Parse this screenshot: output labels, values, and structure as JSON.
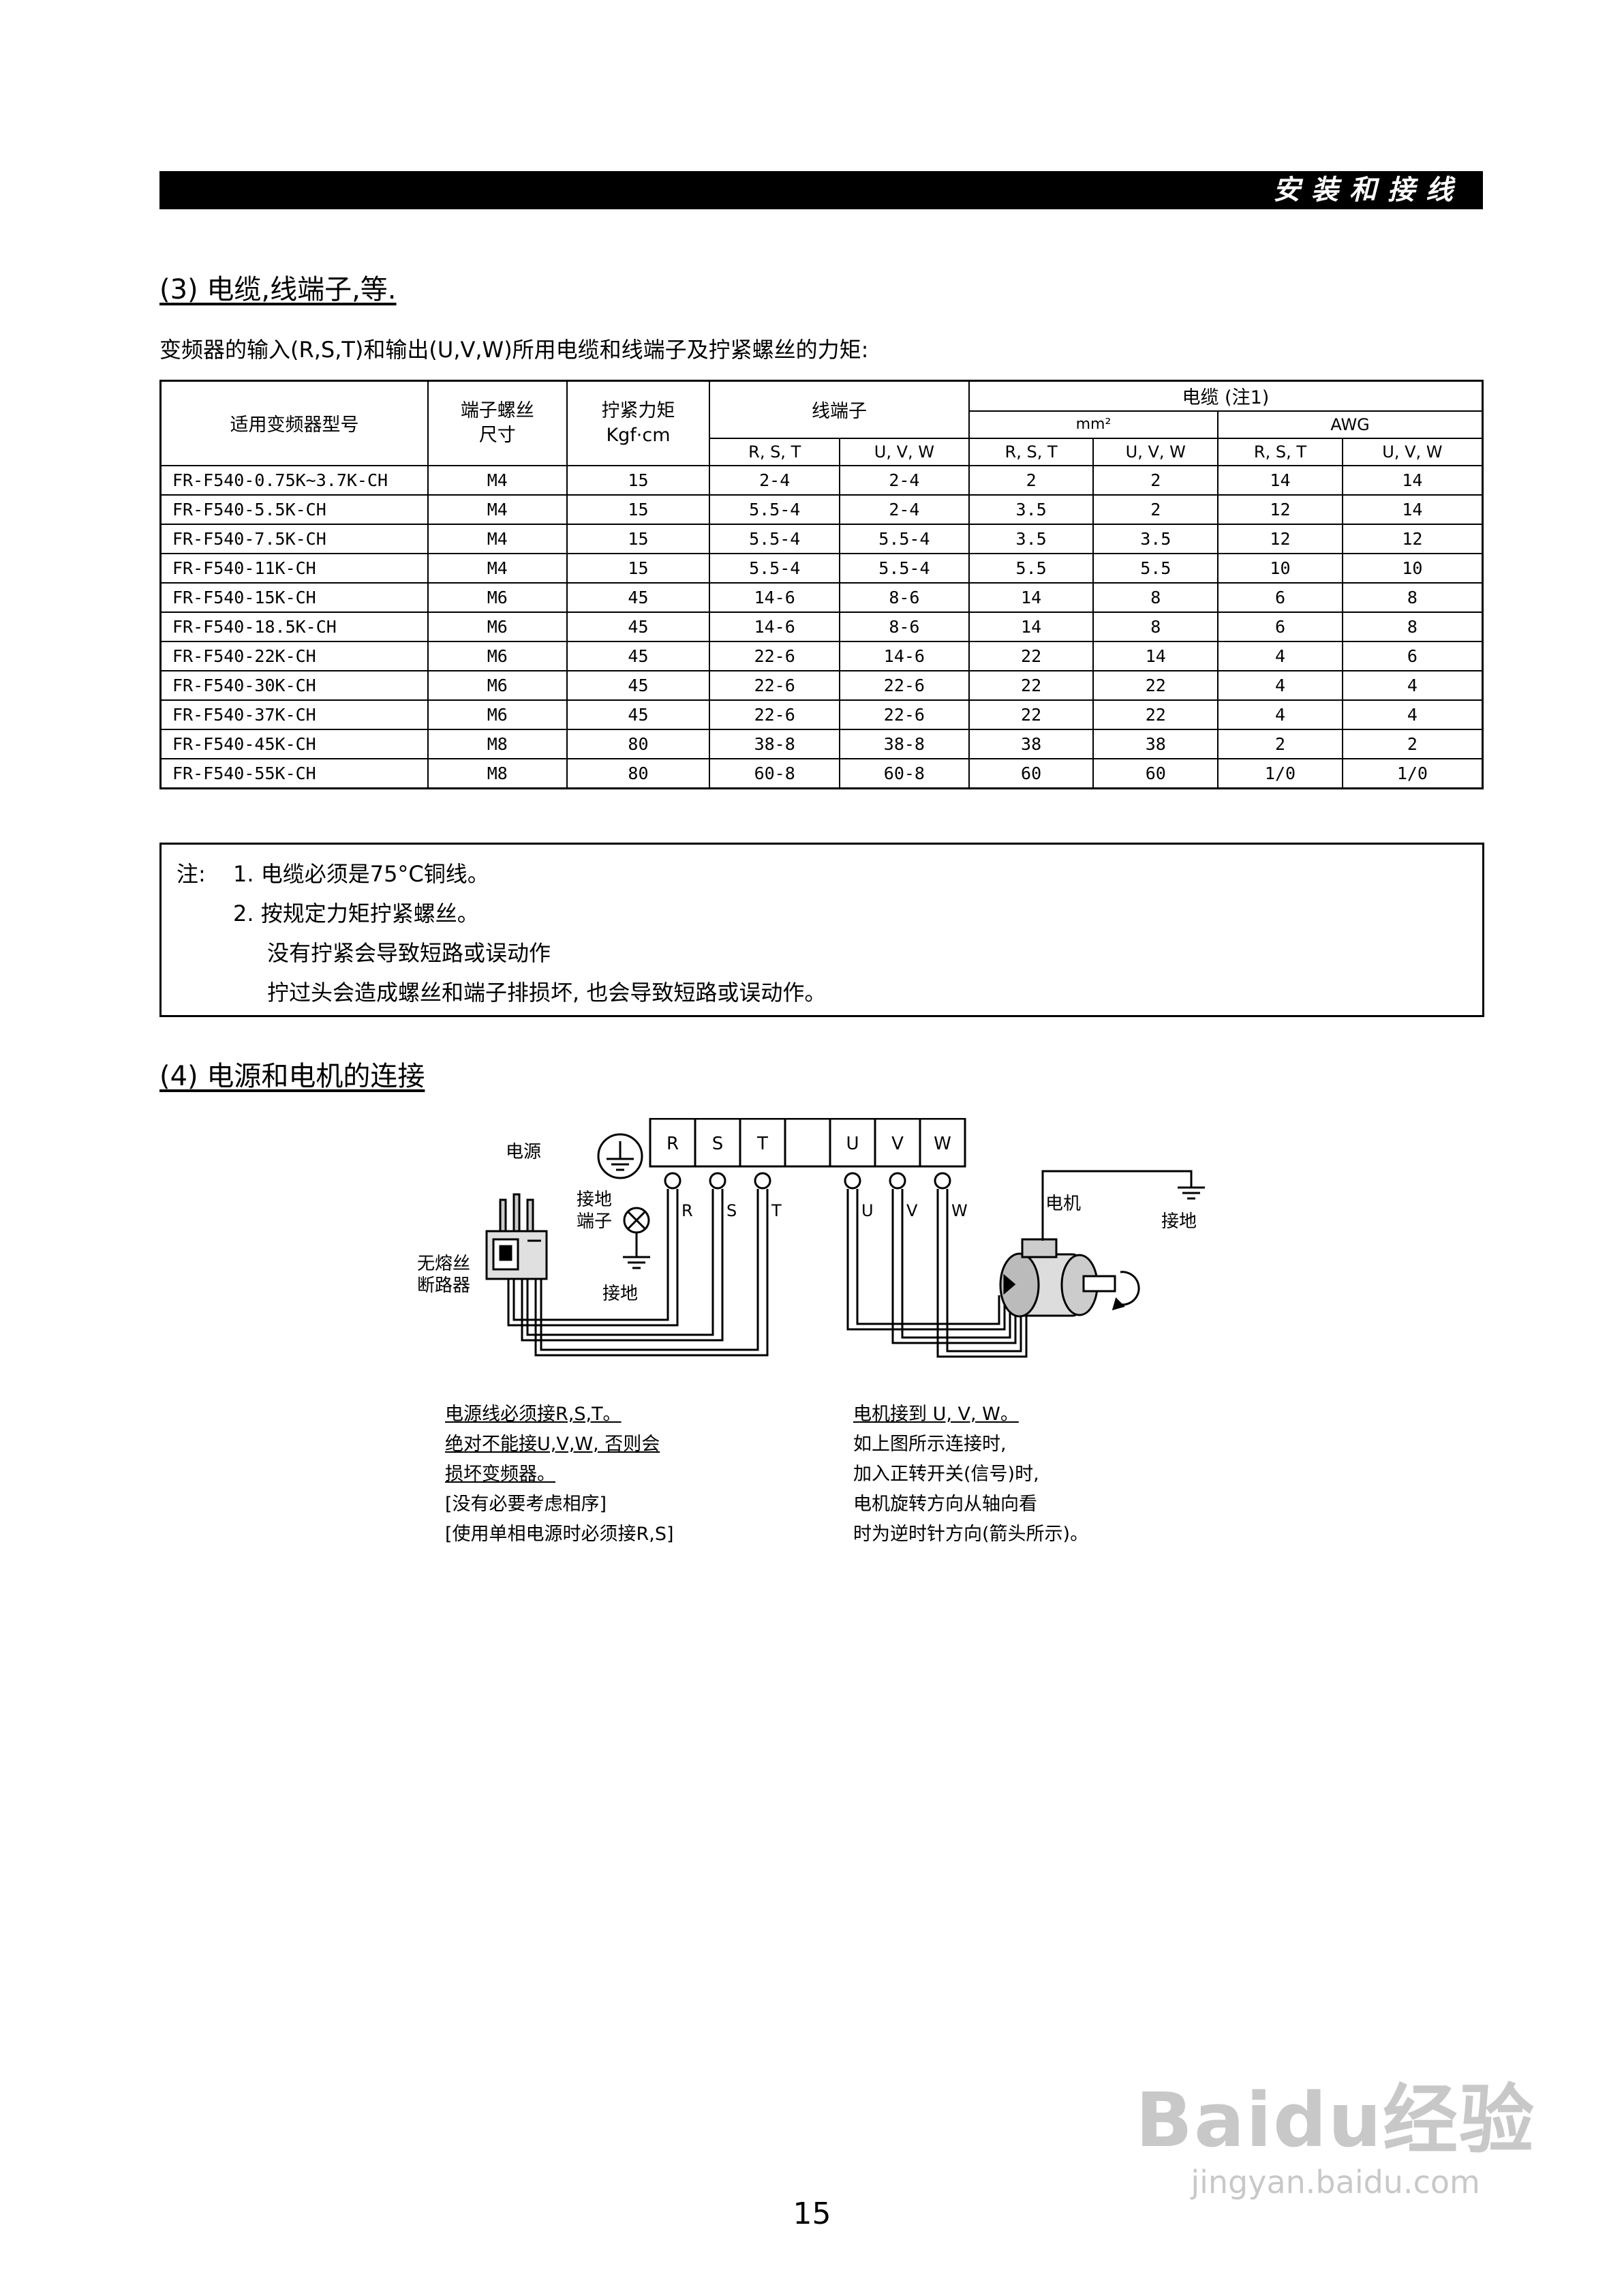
{
  "header": {
    "title": "安装和接线"
  },
  "section3": {
    "title": "(3) 电缆,线端子,等.",
    "intro": "变频器的输入(R,S,T)和输出(U,V,W)所用电缆和线端子及拧紧螺丝的力矩:"
  },
  "table": {
    "headers": {
      "model": "适用变频器型号",
      "screw_size": "端子螺丝\n尺寸",
      "torque": "拧紧力矩\nKgf·cm",
      "terminal": "线端子",
      "cable": "电缆 (注1)",
      "mm2": "mm²",
      "awg": "AWG",
      "rst": "R, S, T",
      "uvw": "U, V, W"
    },
    "rows": [
      [
        "FR-F540-0.75K~3.7K-CH",
        "M4",
        "15",
        "2-4",
        "2-4",
        "2",
        "2",
        "14",
        "14"
      ],
      [
        "FR-F540-5.5K-CH",
        "M4",
        "15",
        "5.5-4",
        "2-4",
        "3.5",
        "2",
        "12",
        "14"
      ],
      [
        "FR-F540-7.5K-CH",
        "M4",
        "15",
        "5.5-4",
        "5.5-4",
        "3.5",
        "3.5",
        "12",
        "12"
      ],
      [
        "FR-F540-11K-CH",
        "M4",
        "15",
        "5.5-4",
        "5.5-4",
        "5.5",
        "5.5",
        "10",
        "10"
      ],
      [
        "FR-F540-15K-CH",
        "M6",
        "45",
        "14-6",
        "8-6",
        "14",
        "8",
        "6",
        "8"
      ],
      [
        "FR-F540-18.5K-CH",
        "M6",
        "45",
        "14-6",
        "8-6",
        "14",
        "8",
        "6",
        "8"
      ],
      [
        "FR-F540-22K-CH",
        "M6",
        "45",
        "22-6",
        "14-6",
        "22",
        "14",
        "4",
        "6"
      ],
      [
        "FR-F540-30K-CH",
        "M6",
        "45",
        "22-6",
        "22-6",
        "22",
        "22",
        "4",
        "4"
      ],
      [
        "FR-F540-37K-CH",
        "M6",
        "45",
        "22-6",
        "22-6",
        "22",
        "22",
        "4",
        "4"
      ],
      [
        "FR-F540-45K-CH",
        "M8",
        "80",
        "38-8",
        "38-8",
        "38",
        "38",
        "2",
        "2"
      ],
      [
        "FR-F540-55K-CH",
        "M8",
        "80",
        "60-8",
        "60-8",
        "60",
        "60",
        "1/0",
        "1/0"
      ]
    ]
  },
  "notes": {
    "label": "注:",
    "items": [
      "1. 电缆必须是75°C铜线。",
      "2. 按规定力矩拧紧螺丝。",
      "没有拧紧会导致短路或误动作",
      "拧过头会造成螺丝和端子排损坏, 也会导致短路或误动作。"
    ]
  },
  "section4": {
    "title": "(4) 电源和电机的连接"
  },
  "diagram": {
    "terminals": [
      "R",
      "S",
      "T",
      "",
      "U",
      "V",
      "W"
    ],
    "wire_labels": [
      "R",
      "S",
      "T",
      "U",
      "V",
      "W"
    ],
    "labels": {
      "power": "电源",
      "breaker": "无熔丝\n断路器",
      "ground_terminal": "接地\n端子",
      "ground": "接地",
      "motor": "电机",
      "motor_ground": "接地"
    },
    "caption_left": [
      "电源线必须接R,S,T。",
      "绝对不能接U,V,W, 否则会",
      "损坏变频器。",
      "[没有必要考虑相序]",
      "[使用单相电源时必须接R,S]"
    ],
    "caption_right": [
      "电机接到 U, V, W。",
      "如上图所示连接时,",
      "加入正转开关(信号)时,",
      "电机旋转方向从轴向看",
      "时为逆时针方向(箭头所示)。"
    ]
  },
  "page_number": "15",
  "watermark": {
    "logo": "Baidu经验",
    "url": "jingyan.baidu.com"
  }
}
